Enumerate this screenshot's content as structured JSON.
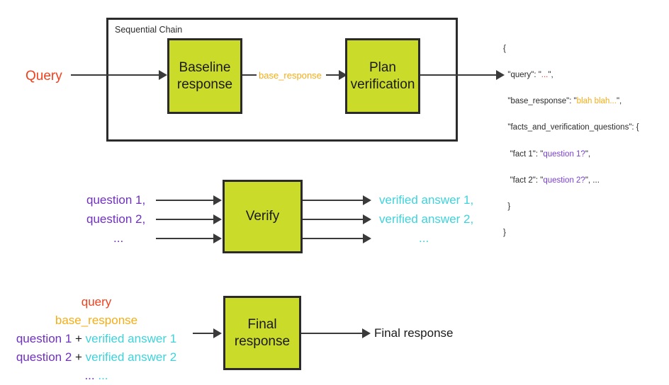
{
  "diagram": {
    "title": "Chain-of-Verification pipeline diagram",
    "colors": {
      "box_fill": "#cbdb2a",
      "box_stroke": "#2b2b2b",
      "query_red": "#f0411f",
      "base_response_amber": "#f5ad16",
      "question_purple": "#7030c0",
      "answer_cyan": "#3ed3db",
      "line_dark": "#3a3a3a"
    }
  },
  "stage1": {
    "container_label": "Sequential Chain",
    "input_label": "Query",
    "box1_line1": "Baseline",
    "box1_line2": "response",
    "edge_label": "base_response",
    "box2_line1": "Plan",
    "box2_line2": "verification"
  },
  "json_output": {
    "line1": "{",
    "line2_key": "\"query\": \"",
    "line2_val": "...",
    "line2_end": "\",",
    "line3_key": "\"base_response\": \"",
    "line3_val": "blah blah...",
    "line3_end": "\",",
    "line4": "\"facts_and_verification_questions\": {",
    "line5_key": "\"fact 1\": \"",
    "line5_val": "question 1?",
    "line5_end": "\",",
    "line6_key": "\"fact 2\": \"",
    "line6_val": "question 2?",
    "line6_end": "\", ...",
    "line7": "}",
    "line8": "}"
  },
  "stage2": {
    "inputs": [
      "question 1,",
      "question 2,",
      "..."
    ],
    "box_label": "Verify",
    "outputs": [
      "verified answer 1,",
      "verified answer 2,",
      "..."
    ]
  },
  "stage3": {
    "compose": [
      {
        "red": "query"
      },
      {
        "amber": "base_response"
      },
      {
        "purple": "question 1",
        "plus": " + ",
        "cyan": "verified answer 1"
      },
      {
        "purple2": "question 2",
        "plus2": " + ",
        "cyan2": "verified answer 2"
      },
      {
        "ellipsis_purple": "...",
        "ellipsis_cyan": "..."
      }
    ],
    "compose_l1_red": "query",
    "compose_l2_amber": "base_response",
    "compose_l3_purple": "question 1",
    "compose_l3_plus": " + ",
    "compose_l3_cyan": "verified answer 1",
    "compose_l4_purple": "question 2",
    "compose_l4_plus": " + ",
    "compose_l4_cyan": "verified answer 2",
    "compose_l5_purple": "...",
    "compose_l5_cyan": " ...",
    "box_line1": "Final",
    "box_line2": "response",
    "output_label": "Final response"
  }
}
